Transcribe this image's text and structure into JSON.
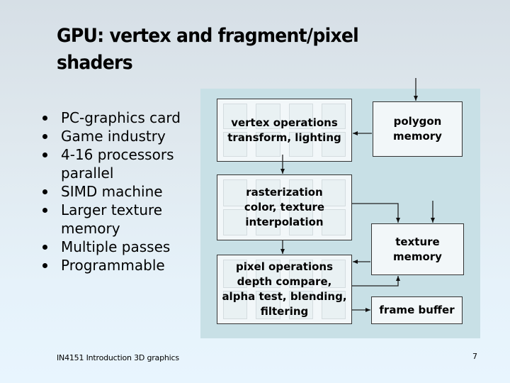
{
  "slide": {
    "title": "GPU: vertex and fragment/pixel shaders",
    "title_lines": [
      "GPU: vertex and fragment/pixel",
      "shaders"
    ],
    "bullets": [
      {
        "text": "PC-graphics card"
      },
      {
        "text": "Game industry"
      },
      {
        "text": "4-16 processors parallel"
      },
      {
        "text": "SIMD machine"
      },
      {
        "text": "Larger texture memory"
      },
      {
        "text": "Multiple passes"
      },
      {
        "text": "Programmable"
      }
    ],
    "footer": {
      "course": "IN4151  Introduction 3D graphics",
      "page_number": "7"
    }
  },
  "diagram": {
    "background_color": "#c8e0e6",
    "boxes": {
      "vertex": {
        "line1": "vertex operations",
        "line2": "transform, lighting"
      },
      "polygon": {
        "line1": "polygon",
        "line2": "memory"
      },
      "raster": {
        "line1": "rasterization",
        "line2": "color, texture",
        "line3": "interpolation"
      },
      "texture": {
        "line1": "texture",
        "line2": "memory"
      },
      "pixel": {
        "line1": "pixel operations",
        "line2": "depth compare,",
        "line3": "alpha test, blending,",
        "line4": "filtering"
      },
      "framebuffer": {
        "line1": "frame buffer"
      }
    },
    "connections": [
      {
        "from": "external",
        "to": "polygon memory"
      },
      {
        "from": "polygon memory",
        "to": "vertex operations"
      },
      {
        "from": "vertex operations",
        "to": "rasterization"
      },
      {
        "from": "rasterization",
        "to": "texture memory"
      },
      {
        "from": "external",
        "to": "texture memory"
      },
      {
        "from": "rasterization",
        "to": "pixel operations"
      },
      {
        "from": "texture memory",
        "to": "pixel operations"
      },
      {
        "from": "pixel operations",
        "to": "texture memory"
      },
      {
        "from": "pixel operations",
        "to": "frame buffer"
      }
    ]
  }
}
